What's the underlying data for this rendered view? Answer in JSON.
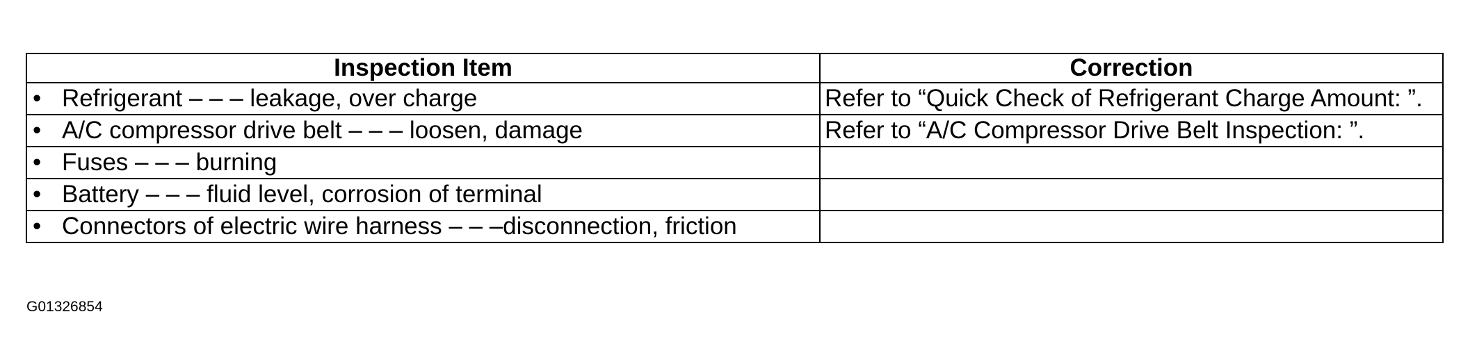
{
  "table": {
    "headers": {
      "item": "Inspection Item",
      "correction": "Correction"
    },
    "bullet": "•",
    "rows": [
      {
        "item": "Refrigerant – – – leakage, over charge",
        "correction": "Refer to “Quick Check of Refrigerant Charge Amount: ”."
      },
      {
        "item": "A/C compressor drive belt – – – loosen, damage",
        "correction": "Refer to “A/C Compressor Drive Belt Inspection: ”."
      },
      {
        "item": "Fuses – – – burning",
        "correction": ""
      },
      {
        "item": "Battery – – – fluid level, corrosion of terminal",
        "correction": ""
      },
      {
        "item": "Connectors of electric wire harness – – –disconnection, friction",
        "correction": ""
      }
    ]
  },
  "figure_id": "G01326854"
}
